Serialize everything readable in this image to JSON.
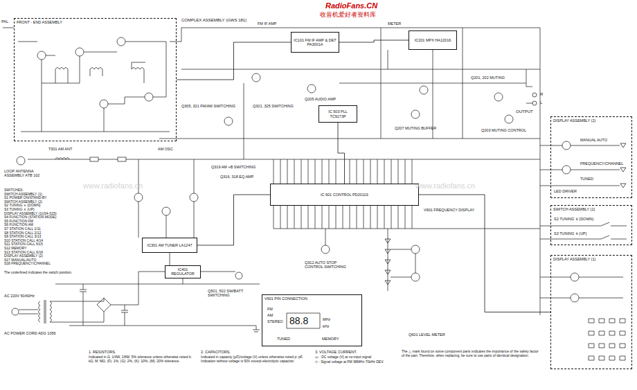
{
  "diagram": {
    "nodes": [
      {
        "text": [
          "FRONT - END ASSEMBLY"
        ]
      },
      {
        "text": [
          "IC101 FM IF AMP & DET PA3001A"
        ]
      },
      {
        "text": [
          "IC201 MPX HA12016"
        ]
      },
      {
        "text": [
          "IC 503 PLL TC9173P"
        ]
      },
      {
        "text": [
          "IC 601 CONTROL PD2011S"
        ]
      },
      {
        "text": [
          "IC301 AM TUNER LA1247"
        ]
      },
      {
        "text": [
          "IC401 REGULATOR"
        ]
      },
      {
        "text": [
          "DISPLAY ASSEMBLY (2)"
        ]
      },
      {
        "text": [
          "SWITCH ASSEMBLY (2)"
        ]
      },
      {
        "text": [
          "DISPLAY ASSEMBLY (1)"
        ]
      },
      {
        "text": [
          "V601 PIN CONNECTION"
        ]
      }
    ],
    "edges": [
      {
        "from": 0,
        "to": 1,
        "arrow": "none"
      },
      {
        "from": 1,
        "to": 2,
        "arrow": "none"
      },
      {
        "from": 3,
        "to": 4,
        "arrow": "none"
      },
      {
        "from": 5,
        "to": 4,
        "arrow": "none"
      },
      {
        "from": 4,
        "to": 9,
        "arrow": "none"
      }
    ],
    "labels": [
      "RadioFans.CN",
      "收音机爱好者资料库",
      "www.radiofans.cn",
      "www.radiofans.cn",
      "COMPLEX ASSEMBLY (GWS 181)",
      "PAL",
      "FM IF AMP",
      "METER",
      "OUTPUT",
      "R",
      "L",
      "Q201, 202 MUTING",
      "Q203 MUTING CONTROL",
      "Q207 MUTING BUFFER",
      "Q205 AUDIO AMP",
      "Q321, 325 SWITCHING",
      "Q305, 321 FM/AM SWITCHING",
      "T301 AM ANT",
      "LOOP ANTENNA ASSEMBLY ATB 102",
      "AM OSC",
      "Q319 AM +B SWITCHING",
      "Q316, 318 EQ AMP",
      "Q312 AUTO STOP CONTROL SWITCHING",
      "V601 FREQUENCY DISPLAY",
      "Q601 LEVEL METER",
      "LED DRIVER",
      "MANUAL AUTO",
      "FREQUENCY/CHANNEL",
      "TUNED",
      "S2 TUNING ∨ (DOWN)",
      "S3 TUNING ∧ (UP)",
      "AC 220V 50/60Hz",
      "AC POWER CORD ADG 1056",
      "Q501, 502 SW/BATT SWITCHING",
      "88.8",
      "MHz",
      "kHz",
      "FM",
      "AM",
      "STEREO",
      "TUNED",
      "MEMORY",
      "The underlined indicates the switch position.",
      "SWITCHES:",
      "SWITCH ASSEMBLY (1)",
      "S1 POWER ON/STAND-BY",
      "SWITCH ASSEMBLY (2)",
      "S2 TUNING ∨ (DOWN)",
      "S3 TUNING ∧ (UP)",
      "DISPLAY ASSEMBLY (1)(S4-S15)",
      "S4 FUNCTION (STATION MODE)",
      "S5 FUNCTION FM",
      "S6 FUNCTION AM",
      "S7 STATION CALL 1/11",
      "S8 STATION CALL 2/12",
      "S9 STATION CALL 3/13",
      "S10 STATION CALL 4/14",
      "S11 STATION CALL 5/15",
      "S12 MEMORY",
      "S13 STATION CALL 6/16",
      "DISPLAY ASSEMBLY (2)",
      "S17 MANUAL/AUTO",
      "S18 FREQUENCY/CHANNEL",
      "1. RESISTORS.",
      "Indicated in Ω, 1/4W, 1/6W, 5% tolerance unless otherwise noted k: kΩ, M: MΩ, (F): 1%, (G): 2%, (K): 10%, (M): 20% tolerance.",
      "2. CAPACITORS.",
      "Indicated in capacity (µF)/voltage (V) unless otherwise noted p: pF. Indication without voltage is 50V except electrolytic capacitor.",
      "3. VOLTAGE CURRENT.",
      "▭ : DC voltage (V) at no input signal",
      "◇ : Signal voltage at FM 98MHz-70kHz DEV.",
      "The △ mark found on some component parts indicates the importance of the safety factor of the part. Therefore, when replacing, be sure to use parts of identical designation."
    ]
  }
}
